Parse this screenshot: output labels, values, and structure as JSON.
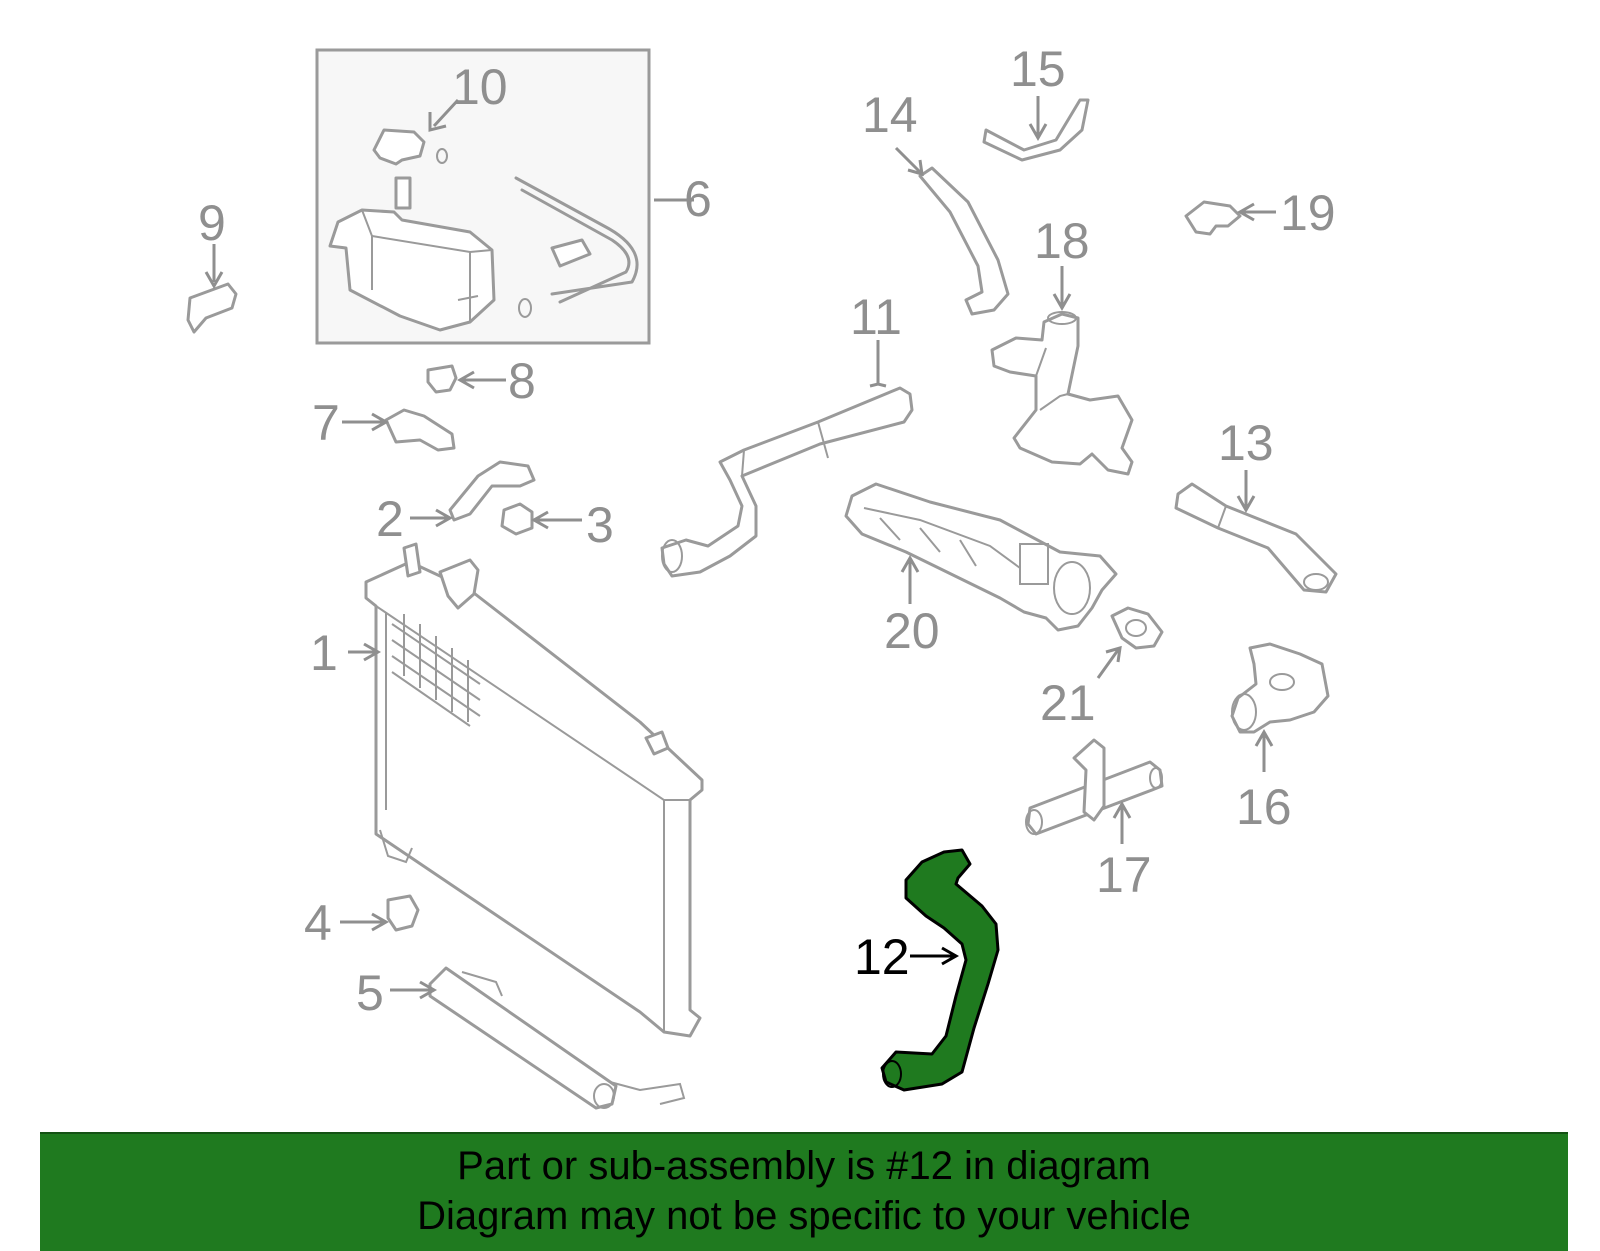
{
  "highlight_color": "#1f7a1f",
  "part_line_color": "#9a9a9a",
  "highlighted_part": "12",
  "callouts": {
    "c1": "1",
    "c2": "2",
    "c3": "3",
    "c4": "4",
    "c5": "5",
    "c6": "6",
    "c7": "7",
    "c8": "8",
    "c9": "9",
    "c10": "10",
    "c11": "11",
    "c12": "12",
    "c13": "13",
    "c14": "14",
    "c15": "15",
    "c16": "16",
    "c17": "17",
    "c18": "18",
    "c19": "19",
    "c20": "20",
    "c21": "21"
  },
  "footer": {
    "line1": "Part or sub-assembly is #12 in diagram",
    "line2": "Diagram may not be specific to your vehicle"
  }
}
